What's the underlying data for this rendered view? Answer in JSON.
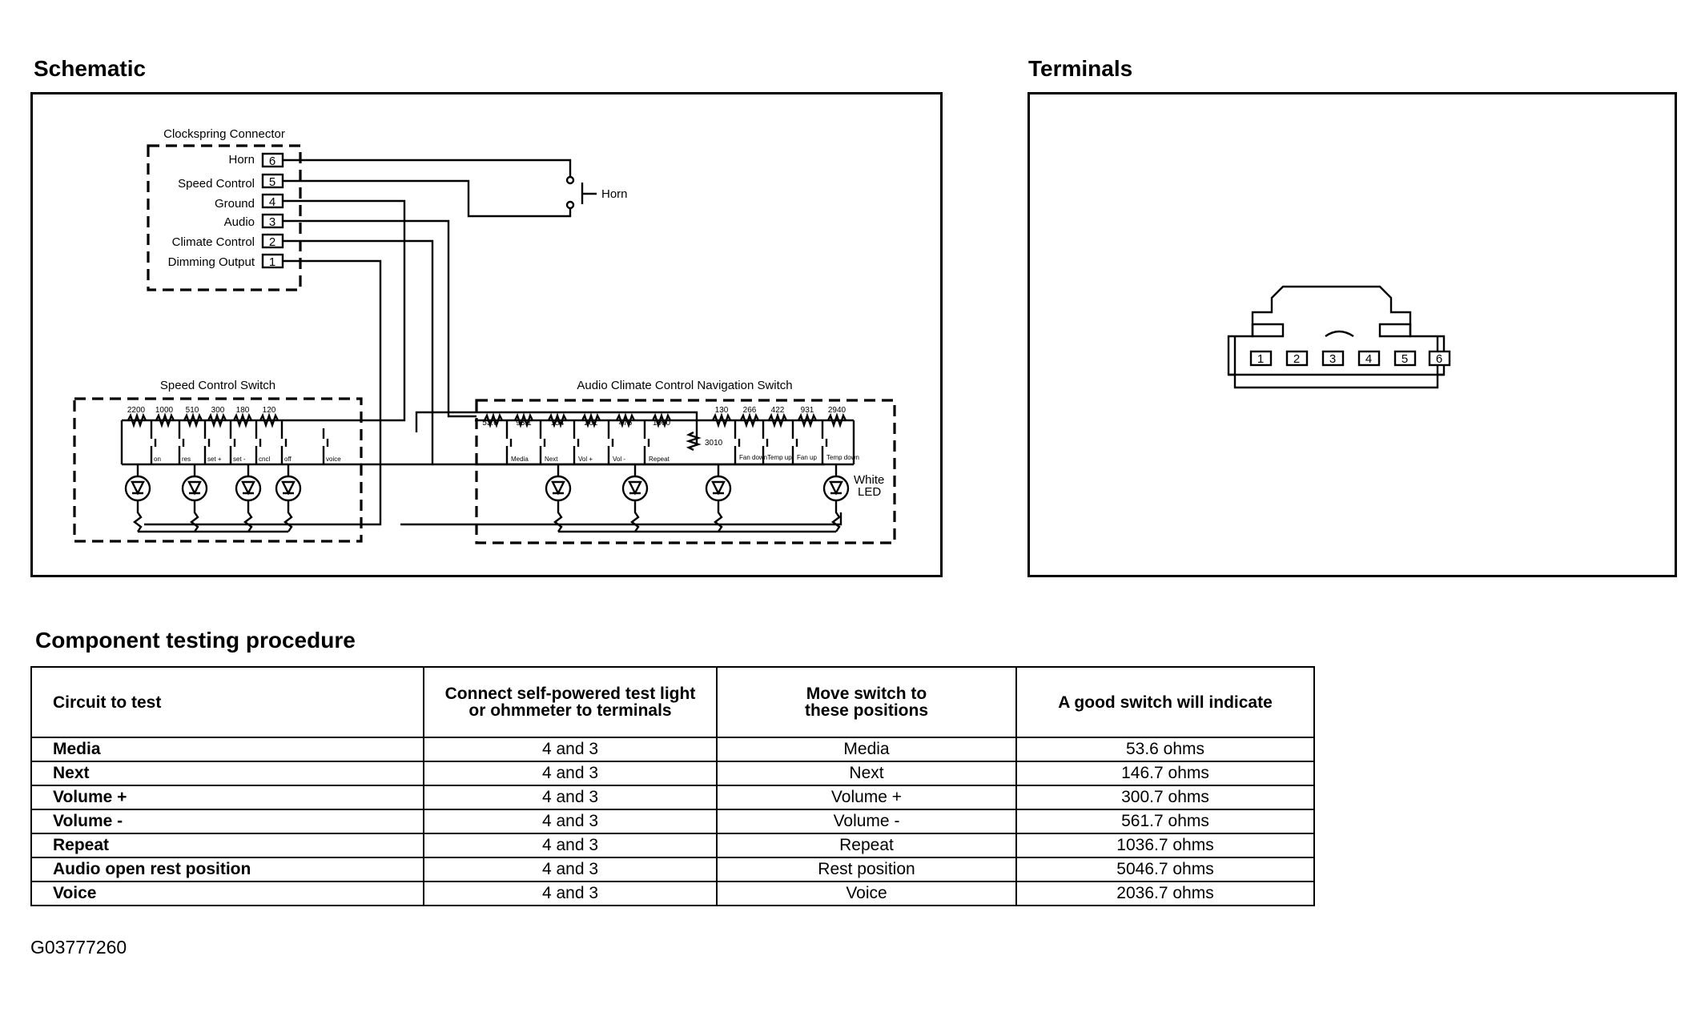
{
  "schematic": {
    "title": "Schematic",
    "clockspring": {
      "title": "Clockspring Connector",
      "pins": [
        {
          "name": "Horn",
          "num": "6"
        },
        {
          "name": "Speed Control",
          "num": "5"
        },
        {
          "name": "Ground",
          "num": "4"
        },
        {
          "name": "Audio",
          "num": "3"
        },
        {
          "name": "Climate Control",
          "num": "2"
        },
        {
          "name": "Dimming Output",
          "num": "1"
        }
      ]
    },
    "horn_label": "Horn",
    "speed_switch": {
      "title": "Speed Control Switch",
      "resistors": [
        "2200",
        "1000",
        "510",
        "300",
        "180",
        "120"
      ],
      "switches": [
        "on",
        "res",
        "set +",
        "set -",
        "cncl",
        "off",
        "voice"
      ]
    },
    "audio_switch": {
      "title": "Audio Climate Control Navigation Switch",
      "audio_resistors": [
        "53.6",
        "93.1",
        "154",
        "261",
        "475",
        "1000"
      ],
      "audio_switches": [
        "Media",
        "Next",
        "Vol +",
        "Vol -",
        "Repeat"
      ],
      "rest_resistor": "3010",
      "climate_resistors": [
        "130",
        "266",
        "422",
        "931",
        "2940"
      ],
      "climate_switches": [
        "Fan down",
        "Temp up",
        "Fan up",
        "Temp down"
      ],
      "led_label_1": "White",
      "led_label_2": "LED"
    }
  },
  "terminals": {
    "title": "Terminals",
    "pins": [
      "1",
      "2",
      "3",
      "4",
      "5",
      "6"
    ]
  },
  "procedure": {
    "title": "Component testing procedure",
    "headers": [
      [
        "Circuit to test"
      ],
      [
        "Connect self-powered test light",
        "or ohmmeter to terminals"
      ],
      [
        "Move switch to",
        "these positions"
      ],
      [
        "A good switch will indicate"
      ]
    ],
    "rows": [
      [
        "Media",
        "4 and 3",
        "Media",
        "53.6 ohms"
      ],
      [
        "Next",
        "4 and 3",
        "Next",
        "146.7 ohms"
      ],
      [
        "Volume +",
        "4 and 3",
        "Volume +",
        "300.7 ohms"
      ],
      [
        "Volume -",
        "4 and 3",
        "Volume -",
        "561.7 ohms"
      ],
      [
        "Repeat",
        "4 and 3",
        "Repeat",
        "1036.7 ohms"
      ],
      [
        "Audio open rest position",
        "4 and 3",
        "Rest position",
        "5046.7 ohms"
      ],
      [
        "Voice",
        "4 and 3",
        "Voice",
        "2036.7 ohms"
      ]
    ]
  },
  "figure_id": "G03777260"
}
